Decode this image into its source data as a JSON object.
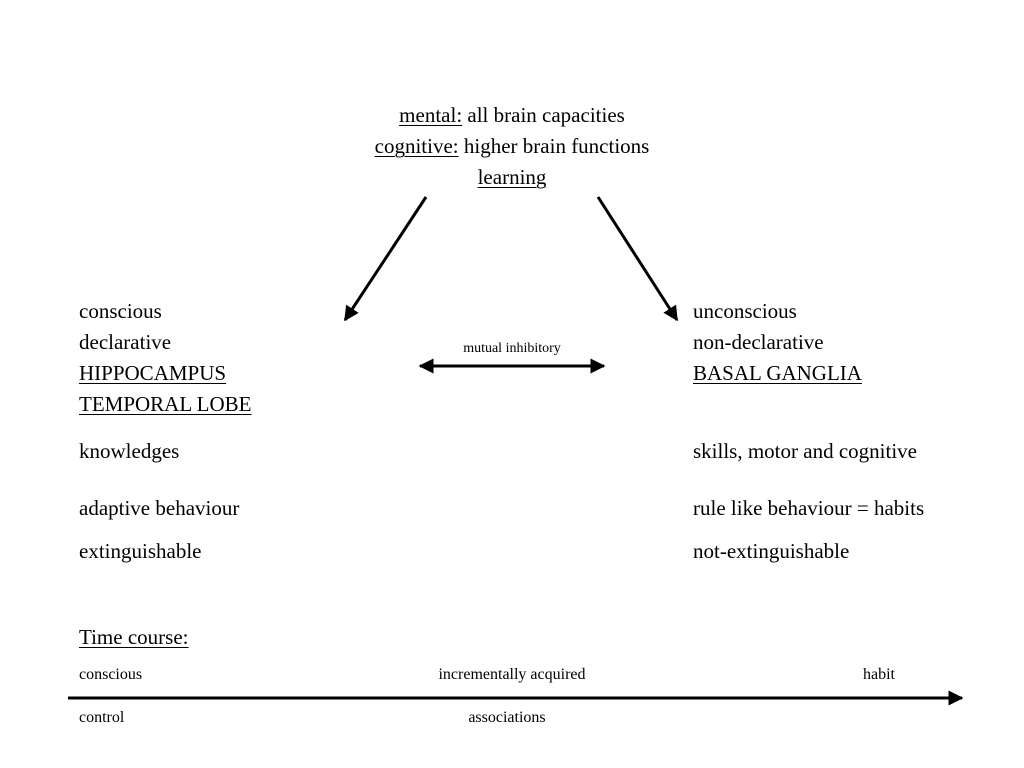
{
  "top": {
    "line1_key": "mental:",
    "line1_rest": " all brain capacities",
    "line2_key": "cognitive:",
    "line2_rest": " higher brain functions",
    "line3": "learning"
  },
  "left_column": {
    "conscious": "conscious",
    "declarative": "declarative",
    "hippocampus": "HIPPOCAMPUS",
    "temporal_lobe": "TEMPORAL LOBE",
    "knowledges": "knowledges",
    "adaptive": "adaptive behaviour",
    "extinguishable": "extinguishable"
  },
  "right_column": {
    "unconscious": "unconscious",
    "non_declarative": "non-declarative",
    "basal_ganglia": "BASAL GANGLIA",
    "skills": "skills, motor and cognitive",
    "rule_like": "rule like behaviour = habits",
    "not_extinguishable": "not-extinguishable"
  },
  "middle": {
    "mutual_inhibitory": "mutual inhibitory"
  },
  "time_course": {
    "title": "Time course:",
    "label_conscious": "conscious",
    "label_control": "control",
    "label_incrementally": "incrementally acquired",
    "label_associations": "associations",
    "label_habit": "habit"
  }
}
